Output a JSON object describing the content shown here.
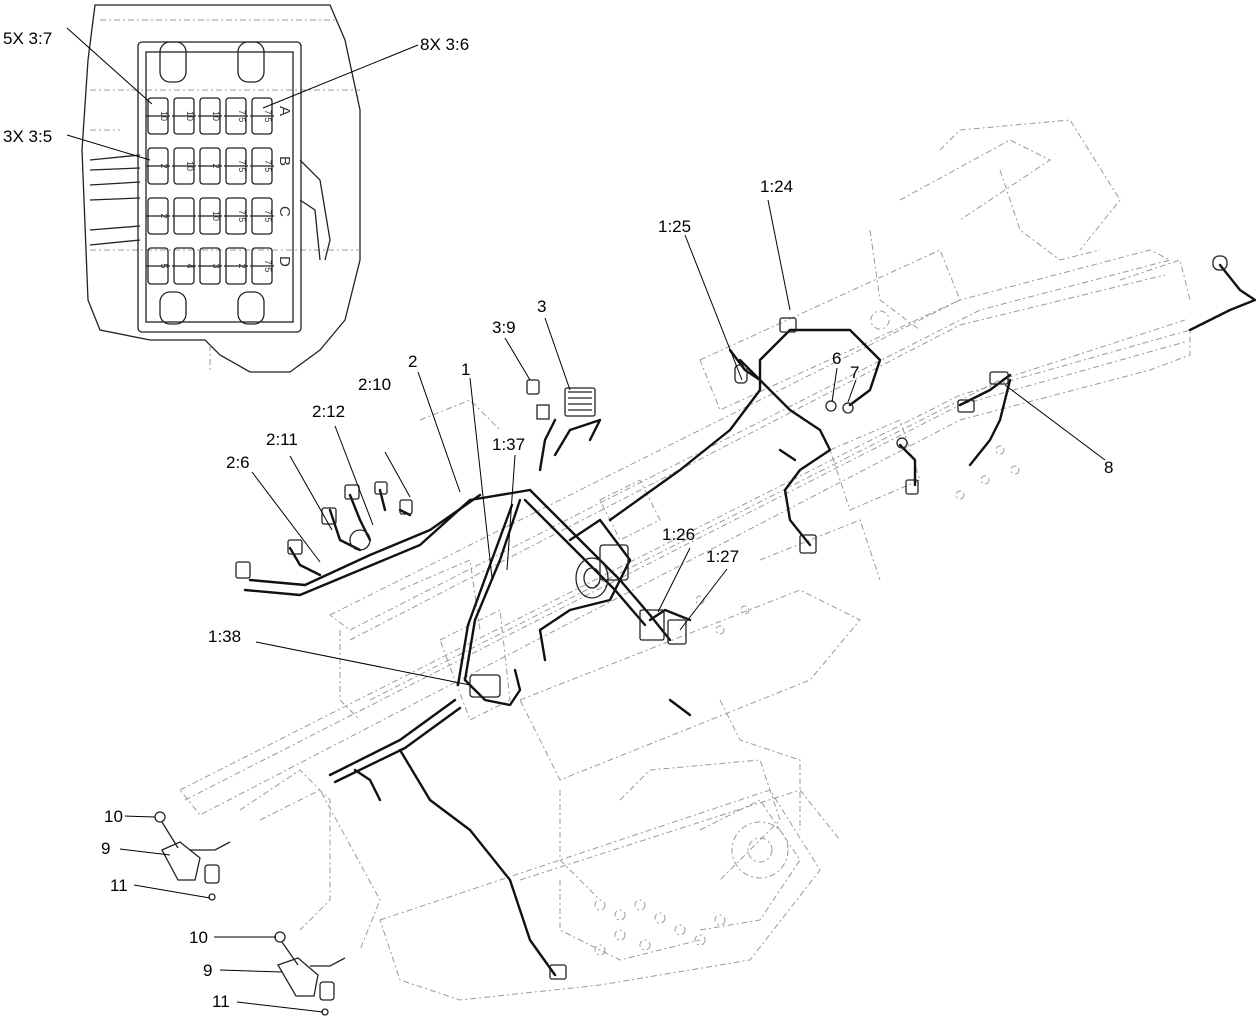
{
  "callouts": [
    {
      "id": "c-5x37",
      "text": "5X 3:7"
    },
    {
      "id": "c-8x36",
      "text": "8X 3:6"
    },
    {
      "id": "c-3x35",
      "text": "3X 3:5"
    },
    {
      "id": "c-1-24",
      "text": "1:24"
    },
    {
      "id": "c-1-25",
      "text": "1:25"
    },
    {
      "id": "c-3",
      "text": "3"
    },
    {
      "id": "c-3-9",
      "text": "3:9"
    },
    {
      "id": "c-6",
      "text": "6"
    },
    {
      "id": "c-7",
      "text": "7"
    },
    {
      "id": "c-2",
      "text": "2"
    },
    {
      "id": "c-1",
      "text": "1"
    },
    {
      "id": "c-2-10",
      "text": "2:10"
    },
    {
      "id": "c-2-12",
      "text": "2:12"
    },
    {
      "id": "c-1-37",
      "text": "1:37"
    },
    {
      "id": "c-2-11",
      "text": "2:11"
    },
    {
      "id": "c-2-6",
      "text": "2:6"
    },
    {
      "id": "c-8",
      "text": "8"
    },
    {
      "id": "c-1-26",
      "text": "1:26"
    },
    {
      "id": "c-1-27",
      "text": "1:27"
    },
    {
      "id": "c-1-38",
      "text": "1:38"
    },
    {
      "id": "c-10a",
      "text": "10"
    },
    {
      "id": "c-9a",
      "text": "9"
    },
    {
      "id": "c-11a",
      "text": "11"
    },
    {
      "id": "c-10b",
      "text": "10"
    },
    {
      "id": "c-9b",
      "text": "9"
    },
    {
      "id": "c-11b",
      "text": "11"
    }
  ],
  "fuse_block": {
    "row_letters": [
      "A",
      "B",
      "C",
      "D"
    ],
    "rows": [
      [
        "10",
        "10",
        "10",
        "7.5",
        "7.5"
      ],
      [
        "2",
        "10",
        "2",
        "7.5",
        "7.5"
      ],
      [
        "2",
        "",
        "10",
        "7.5",
        "7.5"
      ],
      [
        "5",
        "4",
        "3",
        "2",
        "7.5"
      ]
    ]
  }
}
